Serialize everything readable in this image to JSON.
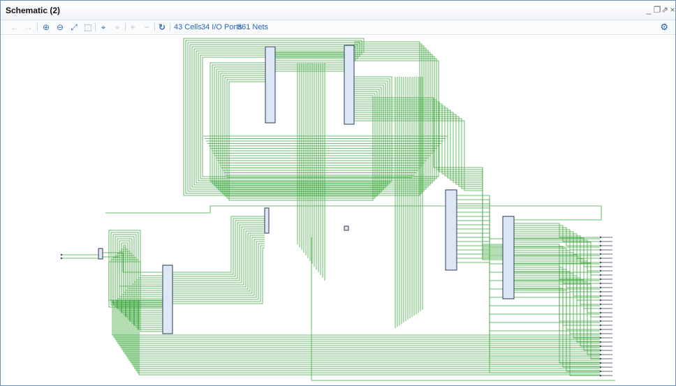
{
  "window": {
    "title": "Schematic (2)",
    "controls": {
      "minimize": "_",
      "restore": "❐",
      "float": "⇗",
      "close": "×"
    }
  },
  "toolbar": {
    "buttons": [
      {
        "name": "back-button",
        "icon": "←",
        "enabled": false
      },
      {
        "name": "forward-button",
        "icon": "→",
        "enabled": false
      },
      {
        "name": "zoom-in-button",
        "icon": "⊕",
        "enabled": true
      },
      {
        "name": "zoom-out-button",
        "icon": "⊖",
        "enabled": true
      },
      {
        "name": "zoom-fit-button",
        "icon": "⤢",
        "enabled": true
      },
      {
        "name": "zoom-area-button",
        "icon": "⬚",
        "enabled": true
      },
      {
        "name": "select-button",
        "icon": "⌖",
        "enabled": true
      },
      {
        "name": "select-disabled-button",
        "icon": "⌖",
        "enabled": false
      },
      {
        "name": "expand-button",
        "icon": "+",
        "enabled": false
      },
      {
        "name": "collapse-button",
        "icon": "−",
        "enabled": false
      },
      {
        "name": "refresh-button",
        "icon": "↻",
        "enabled": true
      }
    ],
    "stats": {
      "cells": "43 Cells",
      "io_ports": "34 I/O Ports",
      "nets": "861 Nets"
    },
    "settings_icon": "⚙"
  },
  "colors": {
    "net": "#3fa83f",
    "cell_fill": "#dde7f5",
    "cell_stroke": "#2b3a55",
    "accent": "#2a63b8"
  }
}
